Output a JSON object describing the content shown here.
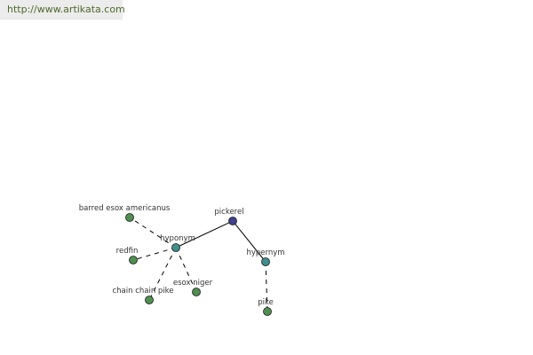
{
  "site": {
    "url": "http://www.artikata.com"
  },
  "graph": {
    "colors": {
      "root": "#3f3f8f",
      "relation": "#3f8f8f",
      "term": "#4f8f4f",
      "edge": "#000000",
      "label": "#333333"
    },
    "nodes": [
      {
        "id": "pickerel",
        "label": "pickerel",
        "kind": "root"
      },
      {
        "id": "hyponym",
        "label": "hyponym",
        "kind": "relation"
      },
      {
        "id": "hypernym",
        "label": "hypernym",
        "kind": "relation"
      },
      {
        "id": "barred",
        "label": "barred esox americanus",
        "kind": "term"
      },
      {
        "id": "redfin",
        "label": "redfin",
        "kind": "term"
      },
      {
        "id": "chain",
        "label": "chain chain pike",
        "kind": "term"
      },
      {
        "id": "niger",
        "label": "esox niger",
        "kind": "term"
      },
      {
        "id": "pike",
        "label": "pike",
        "kind": "term"
      }
    ],
    "edges": [
      {
        "from": "pickerel",
        "to": "hyponym",
        "style": "solid"
      },
      {
        "from": "pickerel",
        "to": "hypernym",
        "style": "solid"
      },
      {
        "from": "hyponym",
        "to": "barred",
        "style": "dashed"
      },
      {
        "from": "hyponym",
        "to": "redfin",
        "style": "dashed"
      },
      {
        "from": "hyponym",
        "to": "chain",
        "style": "dashed"
      },
      {
        "from": "hyponym",
        "to": "niger",
        "style": "dashed"
      },
      {
        "from": "hypernym",
        "to": "pike",
        "style": "dashed"
      }
    ]
  }
}
